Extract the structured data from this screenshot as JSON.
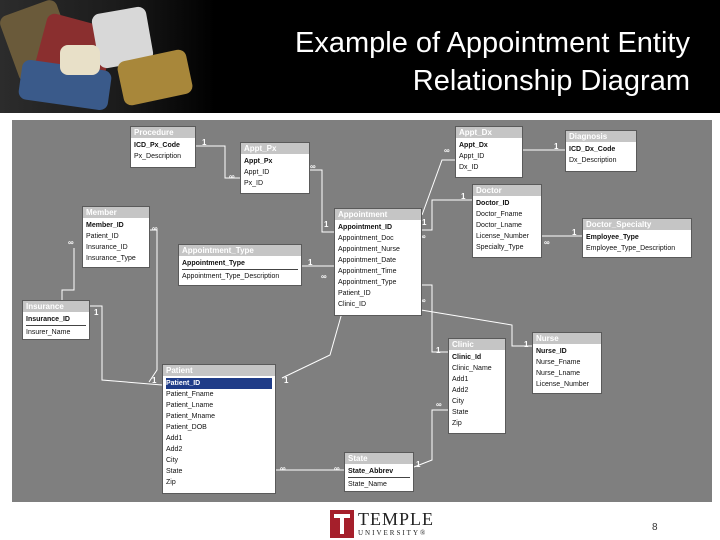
{
  "slide": {
    "title_line1": "Example of Appointment Entity",
    "title_line2": "Relationship Diagram",
    "page_number": "8",
    "logo_main": "TEMPLE",
    "logo_sub": "UNIVERSITY®"
  },
  "colors": {
    "header_bg": "#000000",
    "canvas_bg": "#7f7f7f",
    "table_header": "#c5c5c5",
    "selected_field": "#1f3c88",
    "logo_red": "#a51f2b"
  },
  "tables": {
    "procedure": {
      "name": "Procedure",
      "fields": [
        "ICD_Px_Code",
        "Px_Description"
      ]
    },
    "appt_px": {
      "name": "Appt_Px",
      "fields": [
        "Appt_Px",
        "Appt_ID",
        "Px_ID"
      ]
    },
    "appt_dx": {
      "name": "Appt_Dx",
      "fields": [
        "Appt_Dx",
        "Appt_ID",
        "Dx_ID"
      ]
    },
    "diagnosis": {
      "name": "Diagnosis",
      "fields": [
        "ICD_Dx_Code",
        "Dx_Description"
      ]
    },
    "doctor": {
      "name": "Doctor",
      "fields": [
        "Doctor_ID",
        "Doctor_Fname",
        "Doctor_Lname",
        "License_Number",
        "Specialty_Type"
      ]
    },
    "doctor_specialty": {
      "name": "Doctor_Specialty",
      "fields": [
        "Employee_Type",
        "Employee_Type_Description"
      ]
    },
    "member": {
      "name": "Member",
      "fields": [
        "Member_ID",
        "Patient_ID",
        "Insurance_ID",
        "Insurance_Type"
      ]
    },
    "appointment": {
      "name": "Appointment",
      "fields": [
        "Appointment_ID",
        "Appointment_Doc",
        "Appointment_Nurse",
        "Appointment_Date",
        "Appointment_Time",
        "Appointment_Type",
        "Patient_ID",
        "Clinic_ID"
      ]
    },
    "appointment_type": {
      "name": "Appointment_Type",
      "fields": [
        "Appointment_Type",
        "Appointment_Type_Description"
      ]
    },
    "insurance": {
      "name": "Insurance",
      "fields": [
        "Insurance_ID",
        "Insurer_Name"
      ]
    },
    "nurse": {
      "name": "Nurse",
      "fields": [
        "Nurse_ID",
        "Nurse_Fname",
        "Nurse_Lname",
        "License_Number"
      ]
    },
    "clinic": {
      "name": "Clinic",
      "fields": [
        "Clinic_Id",
        "Clinic_Name",
        "Add1",
        "Add2",
        "City",
        "State",
        "Zip"
      ]
    },
    "patient": {
      "name": "Patient",
      "fields": [
        "Patient_ID",
        "Patient_Fname",
        "Patient_Lname",
        "Patient_Mname",
        "Patient_DOB",
        "Add1",
        "Add2",
        "City",
        "State",
        "Zip"
      ]
    },
    "state": {
      "name": "State",
      "fields": [
        "State_Abbrev",
        "State_Name"
      ]
    }
  },
  "cardinality": {
    "one": "1",
    "many": "∞"
  }
}
